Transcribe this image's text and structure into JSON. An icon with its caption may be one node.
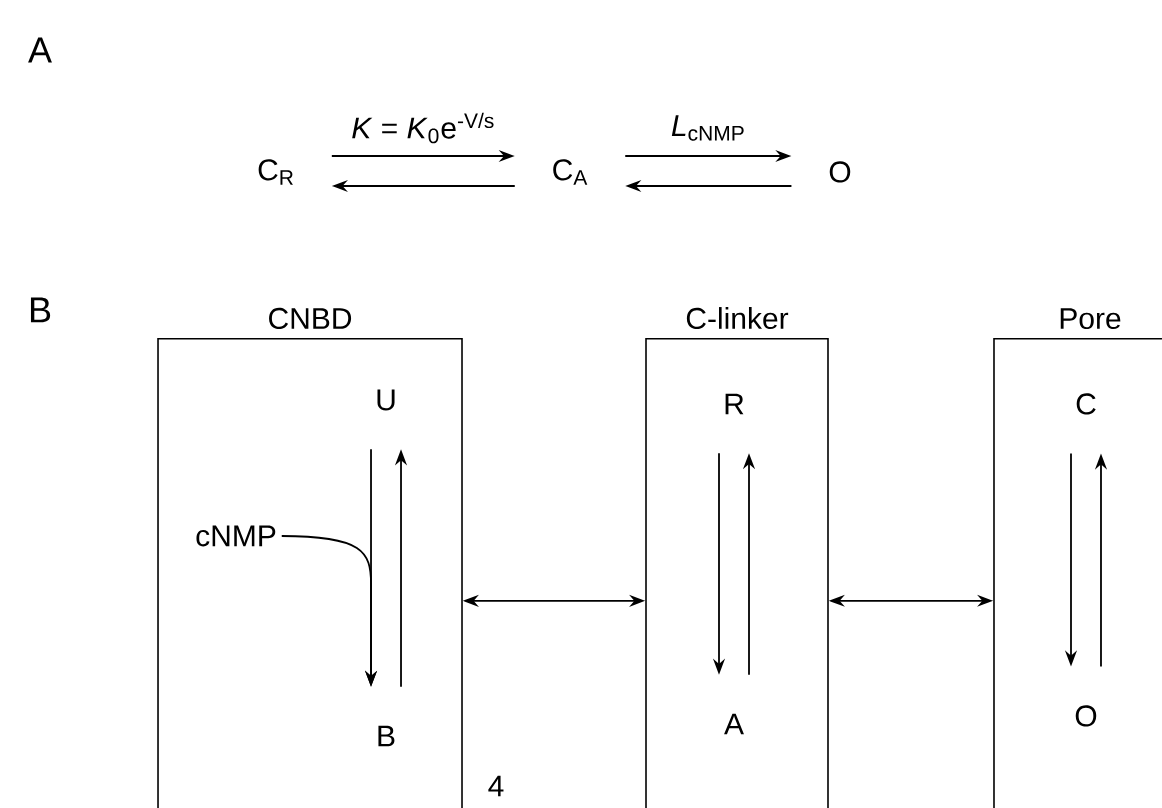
{
  "diagram": {
    "nodes": [
      {
        "text": [
          "C$_{R}$"
        ]
      },
      {
        "text": [
          "C$_{A}$"
        ]
      },
      {
        "text": [
          "O"
        ]
      },
      {
        "text": [
          "CNBD"
        ]
      },
      {
        "text": [
          "U"
        ],
        "in": 3
      },
      {
        "text": [
          "B"
        ],
        "in": 3
      },
      {
        "text": [
          "cNMP"
        ],
        "in": 3
      },
      {
        "text": [
          "C-linker"
        ]
      },
      {
        "text": [
          "R"
        ],
        "in": 7
      },
      {
        "text": [
          "A"
        ],
        "in": 7
      },
      {
        "text": [
          "Pore"
        ]
      },
      {
        "text": [
          "C"
        ],
        "in": 10
      },
      {
        "text": [
          "O"
        ],
        "in": 10
      }
    ],
    "edges": [
      {
        "from": 0,
        "to": 1,
        "arrow": "to",
        "label": "*K* = *K*$_{0}$e$^{-V/s}$"
      },
      {
        "from": 1,
        "to": 0,
        "arrow": "to"
      },
      {
        "from": 1,
        "to": 2,
        "arrow": "to",
        "label": "*L*$_{cNMP}$"
      },
      {
        "from": 2,
        "to": 1,
        "arrow": "to"
      },
      {
        "from": 4,
        "to": 5,
        "arrow": "to"
      },
      {
        "from": 5,
        "to": 4,
        "arrow": "to"
      },
      {
        "from": 6,
        "to": 5,
        "arrow": "to"
      },
      {
        "from": 3,
        "to": 7,
        "arrow": "both"
      },
      {
        "from": 7,
        "to": 10,
        "arrow": "both"
      },
      {
        "from": 8,
        "to": 9,
        "arrow": "to"
      },
      {
        "from": 9,
        "to": 8,
        "arrow": "to"
      },
      {
        "from": 11,
        "to": 12,
        "arrow": "to"
      },
      {
        "from": 12,
        "to": 11,
        "arrow": "to"
      }
    ],
    "labels": [
      "A",
      "B",
      "4"
    ]
  }
}
